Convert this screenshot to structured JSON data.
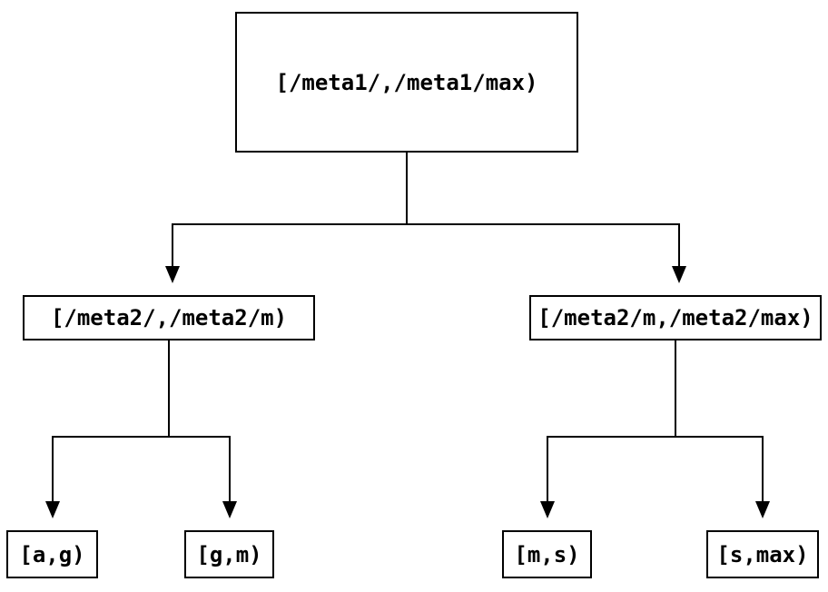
{
  "colors": {
    "background": "#ffffff",
    "line": "#000000",
    "text": "#000000"
  },
  "tree": {
    "nodes": {
      "root": {
        "label": "[/meta1/,/meta1/max)"
      },
      "meta2_low": {
        "label": "[/meta2/,/meta2/m)"
      },
      "meta2_high": {
        "label": "[/meta2/m,/meta2/max)"
      },
      "leaf_a_g": {
        "label": "[a,g)"
      },
      "leaf_g_m": {
        "label": "[g,m)"
      },
      "leaf_m_s": {
        "label": "[m,s)"
      },
      "leaf_s_max": {
        "label": "[s,max)"
      }
    }
  }
}
